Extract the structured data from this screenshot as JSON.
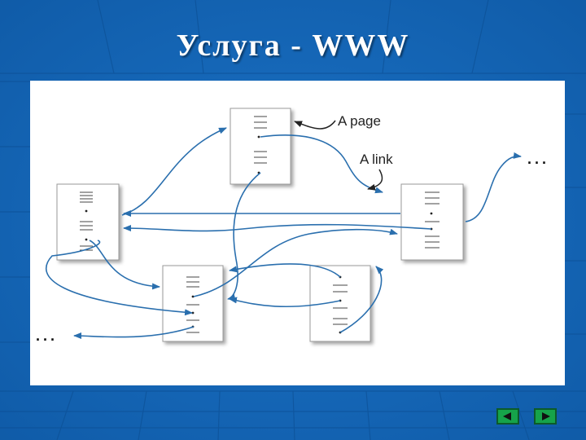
{
  "title": "Услуга - WWW",
  "diagram": {
    "label_page": "A page",
    "label_link": "A link",
    "ellipsis_left": "...",
    "ellipsis_right": "..."
  },
  "colors": {
    "background": "#1466b8",
    "link_arrow": "#2a6fae",
    "page_fill": "#ffffff",
    "nav_button": "#16a34a"
  },
  "navigation": {
    "prev_icon": "triangle-left-icon",
    "next_icon": "triangle-right-icon"
  }
}
